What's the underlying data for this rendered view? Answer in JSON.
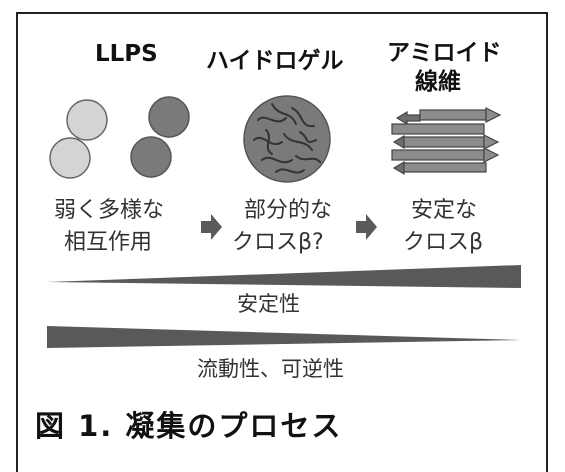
{
  "headings": {
    "llps": "LLPS",
    "hydrogel": "ハイドロゲル",
    "amyloid_line1": "アミロイド",
    "amyloid_line2": "線維"
  },
  "descriptions": {
    "llps_line1": "弱く多様な",
    "llps_line2": "相互作用",
    "hydrogel_line1": "部分的な",
    "hydrogel_line2": "クロスβ?",
    "amyloid_line1": "安定な",
    "amyloid_line2": "クロスβ"
  },
  "wedges": {
    "stability_label": "安定性",
    "fluidity_label": "流動性、可逆性"
  },
  "caption": "図 1.  凝集のプロセス",
  "colors": {
    "circle_light": "#d4d4d4",
    "circle_dark": "#7a7a7a",
    "wedge": "#595959",
    "arrow": "#5a5a5a",
    "fibril": "#8c8c8c"
  }
}
